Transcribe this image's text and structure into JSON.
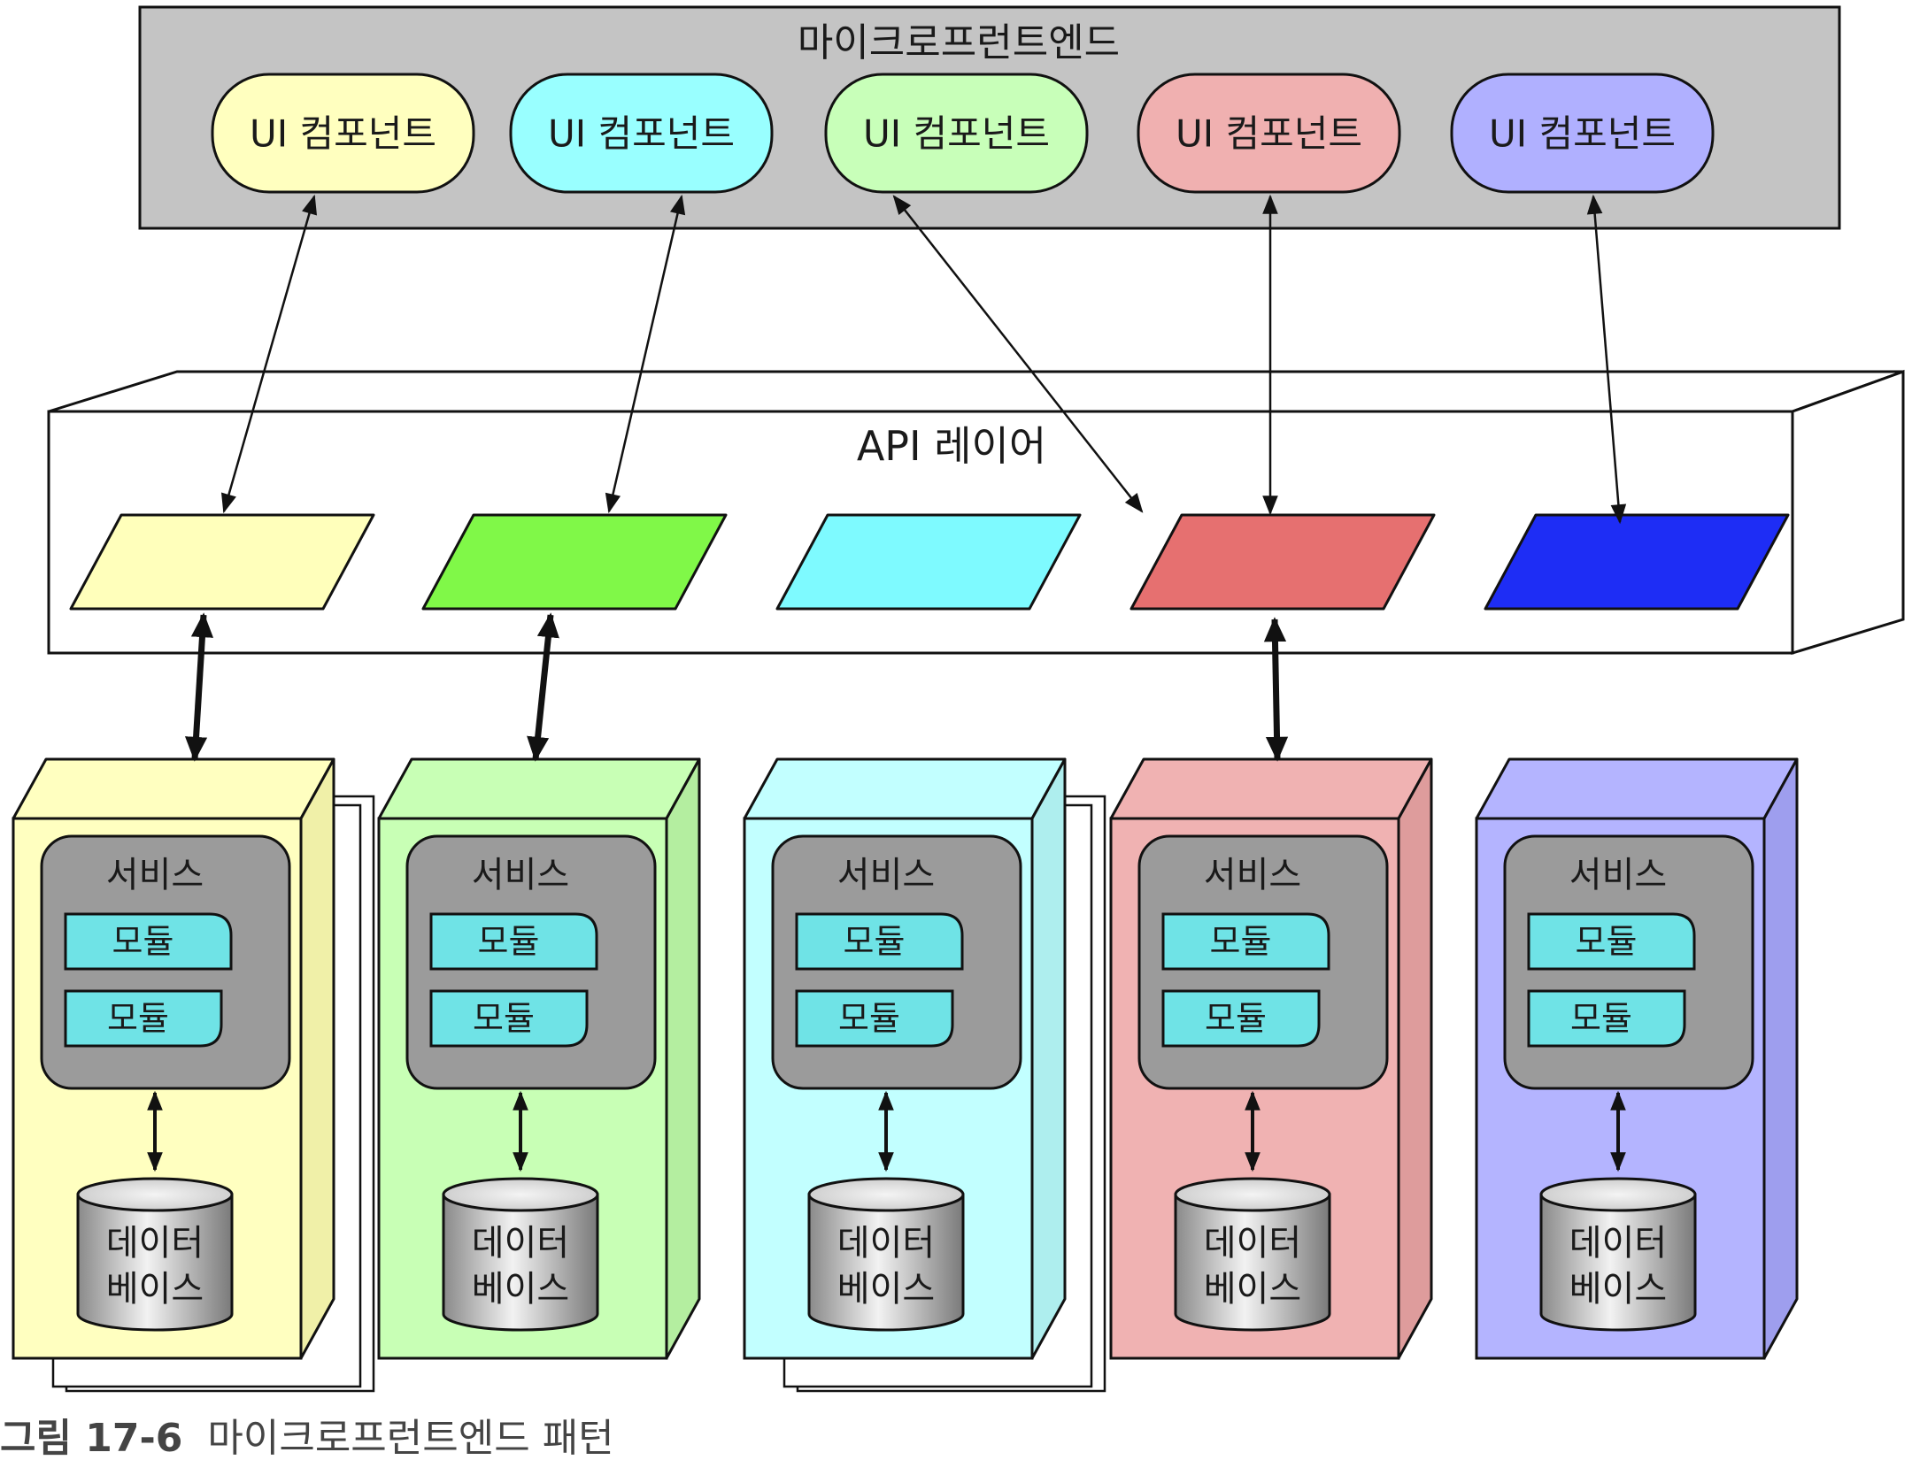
{
  "frontend": {
    "title": "마이크로프런트엔드",
    "components": [
      {
        "label": "UI 컴포넌트",
        "color": "#FFFFBF"
      },
      {
        "label": "UI 컴포넌트",
        "color": "#99FFFF"
      },
      {
        "label": "UI 컴포넌트",
        "color": "#C8FFB9"
      },
      {
        "label": "UI 컴포넌트",
        "color": "#F0B0B0"
      },
      {
        "label": "UI 컴포넌트",
        "color": "#B0B0FF"
      }
    ]
  },
  "api_layer": {
    "title": "API 레이어",
    "endpoints": [
      {
        "color": "#FFFFBB"
      },
      {
        "color": "#80F848"
      },
      {
        "color": "#7EFAFF"
      },
      {
        "color": "#E67070"
      },
      {
        "color": "#1E2DF5"
      }
    ]
  },
  "services": [
    {
      "color": "#FFFFC0",
      "side": "#F0F0A8",
      "title": "서비스",
      "modules": [
        "모듈",
        "모듈"
      ],
      "database": [
        "데이터",
        "베이스"
      ]
    },
    {
      "color": "#C8FFB5",
      "side": "#B4EEA0",
      "title": "서비스",
      "modules": [
        "모듈",
        "모듈"
      ],
      "database": [
        "데이터",
        "베이스"
      ]
    },
    {
      "color": "#C2FFFF",
      "side": "#AEEEEE",
      "title": "서비스",
      "modules": [
        "모듈",
        "모듈"
      ],
      "database": [
        "데이터",
        "베이스"
      ]
    },
    {
      "color": "#F0B2B2",
      "side": "#DE9C9C",
      "title": "서비스",
      "modules": [
        "모듈",
        "모듈"
      ],
      "database": [
        "데이터",
        "베이스"
      ]
    },
    {
      "color": "#B4B4FF",
      "side": "#9E9EEE",
      "title": "서비스",
      "modules": [
        "모듈",
        "모듈"
      ],
      "database": [
        "데이터",
        "베이스"
      ]
    }
  ],
  "caption": {
    "label": "그림 17-6",
    "text": "마이크로프런트엔드 패턴"
  }
}
